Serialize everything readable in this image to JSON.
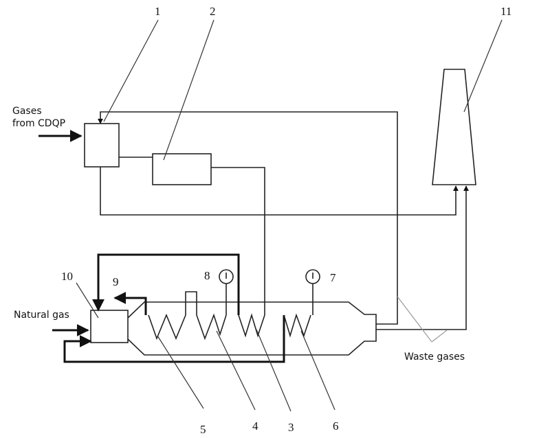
{
  "labels": {
    "gases_line1": "Gases",
    "gases_line2": "from CDQP",
    "natural_gas": "Natural gas",
    "waste_gases": "Waste gases"
  },
  "numbers": {
    "n1": "1",
    "n2": "2",
    "n3": "3",
    "n4": "4",
    "n5": "5",
    "n6": "6",
    "n7": "7",
    "n8": "8",
    "n9": "9",
    "n10": "10",
    "n11": "11"
  }
}
